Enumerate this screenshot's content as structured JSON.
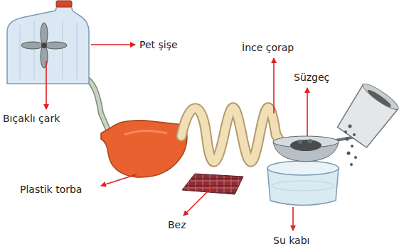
{
  "diagram": {
    "labels": [
      "Pet şişe",
      "İnce çorap",
      "Süzgeç",
      "Bıçaklı çark",
      "Plastik torba",
      "Bez",
      "Su kabı"
    ]
  }
}
